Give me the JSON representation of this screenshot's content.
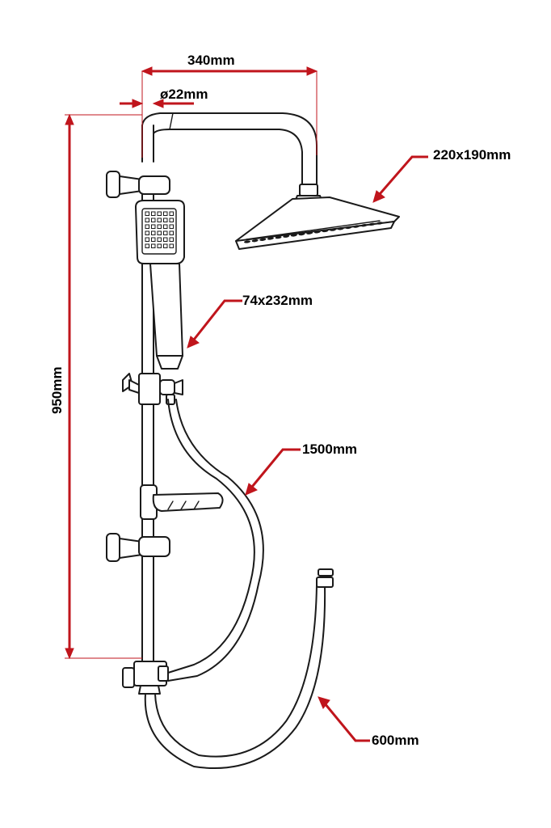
{
  "diagram": {
    "labels": {
      "rail_width": "340mm",
      "pipe_diameter": "ø22mm",
      "head_size": "220x190mm",
      "hand_size": "74x232mm",
      "long_hose": "1500mm",
      "height": "950mm",
      "short_hose": "600mm"
    },
    "colors": {
      "dimension": "#c0151c",
      "line": "#1a1a1a",
      "background": "#ffffff"
    }
  }
}
